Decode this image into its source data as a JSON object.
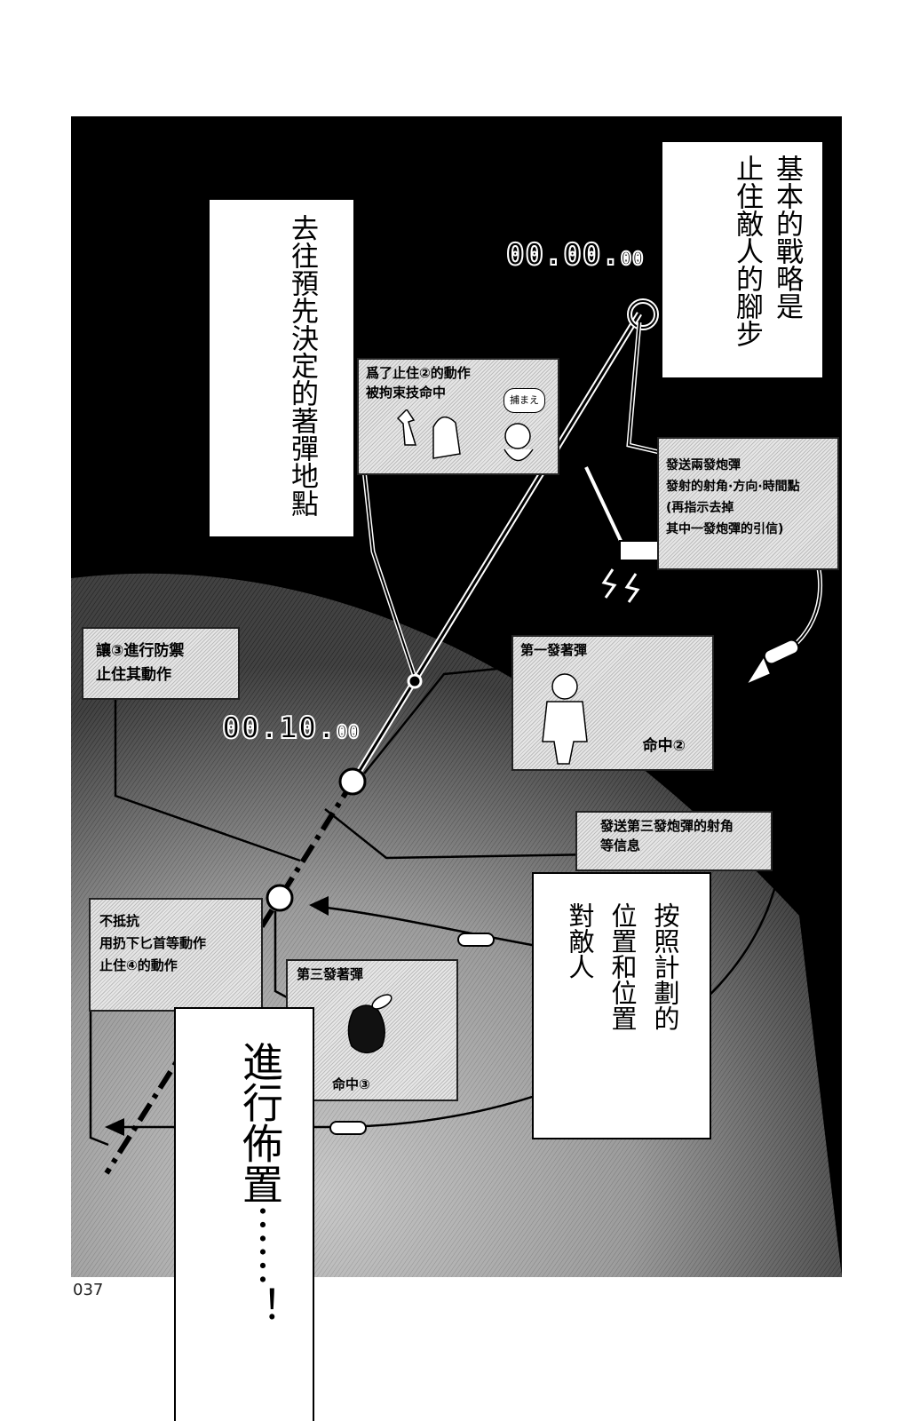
{
  "page_number": "037",
  "narration": {
    "basic_strategy": [
      "基本的戰略是",
      "止住敵人的腳步"
    ],
    "go_to_landing": [
      "去往預先決定的著彈地點"
    ],
    "vs_enemy": [
      "按照計劃的",
      "位置和位置",
      "對敵人"
    ],
    "set_up": [
      "進行佈置⋯⋯！"
    ]
  },
  "timers": {
    "t1": {
      "main": "00.00.",
      "small": "00"
    },
    "t2": {
      "main": "00.10.",
      "small": "00"
    }
  },
  "notes": {
    "restrained": [
      "爲了止住②的動作",
      "被拘束技命中"
    ],
    "restrained_sfx": "捕まえ",
    "send_two_shells": [
      "發送兩發炮彈",
      "發射的射角·方向·時間點",
      "(再指示去掉",
      "其中一發炮彈的引信)"
    ],
    "defend_3": [
      "讓③進行防禦",
      "止住其動作"
    ],
    "first_shell": "第一發著彈",
    "hit_2": "命中②",
    "send_third": [
      "發送第三發炮彈的射角",
      "等信息"
    ],
    "no_resist": [
      "不抵抗",
      "用扔下匕首等動作",
      "止住④的動作"
    ],
    "third_shell": "第三發著彈",
    "hit_3": "命中③"
  },
  "colors": {
    "panel": "#000000",
    "box": "#ffffff",
    "note": "#d9d9d9"
  }
}
